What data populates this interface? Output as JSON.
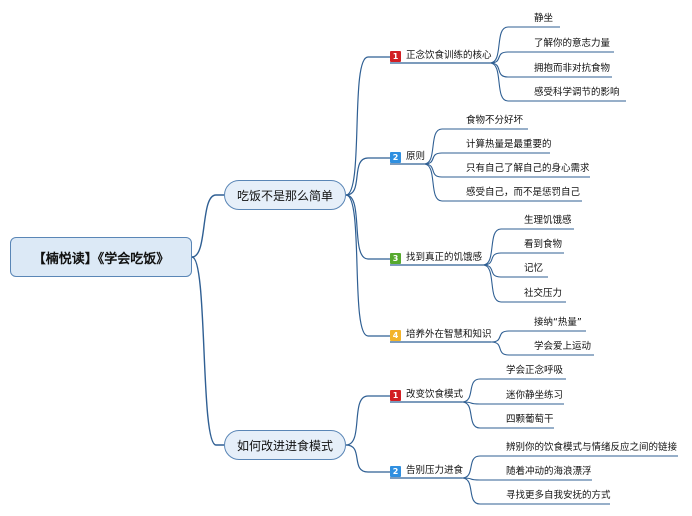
{
  "root": "【楠悦读】《学会吃饭》",
  "branches": [
    {
      "label": "吃饭不是那么简单",
      "subs": [
        {
          "badge": "1",
          "badge_color": "#d21f24",
          "label": "正念饮食训练的核心",
          "leaves": [
            "静坐",
            "了解你的意志力量",
            "拥抱而非对抗食物",
            "感受科学调节的影响"
          ]
        },
        {
          "badge": "2",
          "badge_color": "#2f8fe0",
          "label": "原则",
          "leaves": [
            "食物不分好坏",
            "计算热量是最重要的",
            "只有自己了解自己的身心需求",
            "感受自己，而不是惩罚自己"
          ]
        },
        {
          "badge": "3",
          "badge_color": "#56a92e",
          "label": "找到真正的饥饿感",
          "leaves": [
            "生理饥饿感",
            "看到食物",
            "记忆",
            "社交压力"
          ]
        },
        {
          "badge": "4",
          "badge_color": "#f3b42a",
          "label": "培养外在智慧和知识",
          "leaves": [
            "接纳“热量”",
            "学会爱上运动"
          ]
        }
      ]
    },
    {
      "label": "如何改进进食模式",
      "subs": [
        {
          "badge": "1",
          "badge_color": "#d21f24",
          "label": "改变饮食模式",
          "leaves": [
            "学会正念呼吸",
            "迷你静坐练习",
            "四颗葡萄干"
          ]
        },
        {
          "badge": "2",
          "badge_color": "#2f8fe0",
          "label": "告别压力进食",
          "leaves": [
            "辨别你的饮食模式与情绪反应之间的链接",
            "随着冲动的海浪漂浮",
            "寻找更多自我安抚的方式"
          ]
        }
      ]
    }
  ],
  "colors": {
    "line": "#2f5f93",
    "node_border": "#5a86b6",
    "root_fill": "#dce9f6",
    "branch_fill": "#e6eff9"
  }
}
